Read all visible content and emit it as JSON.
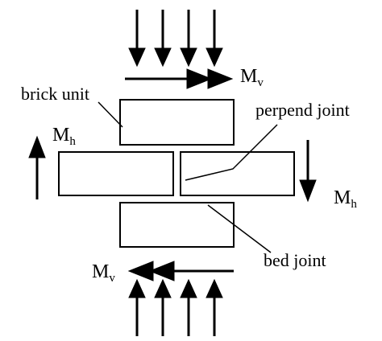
{
  "labels": {
    "brick_unit": "brick unit",
    "perpend_joint": "perpend joint",
    "bed_joint": "bed joint",
    "mv_top": {
      "base": "M",
      "sub": "v"
    },
    "mv_bottom": {
      "base": "M",
      "sub": "v"
    },
    "mh_left": {
      "base": "M",
      "sub": "h"
    },
    "mh_right": {
      "base": "M",
      "sub": "h"
    }
  },
  "colors": {
    "stroke": "#000000",
    "background": "#ffffff"
  }
}
